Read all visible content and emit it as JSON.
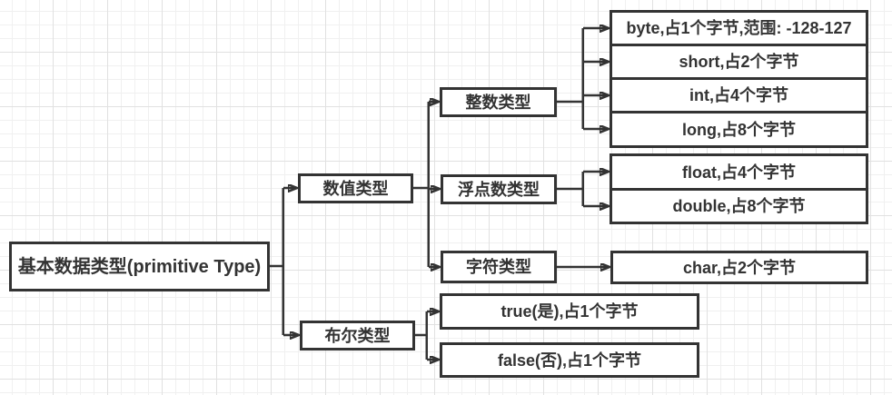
{
  "diagram": {
    "root": {
      "label": "基本数据类型(primitive Type)"
    },
    "numeric": {
      "label": "数值类型",
      "integer": {
        "label": "整数类型",
        "byte": "byte,占1个字节,范围: -128-127",
        "short": "short,占2个字节",
        "int": "int,占4个字节",
        "long": "long,占8个字节"
      },
      "floating": {
        "label": "浮点数类型",
        "float": "float,占4个字节",
        "double": "double,占8个字节"
      },
      "character": {
        "label": "字符类型",
        "char": "char,占2个字节"
      }
    },
    "boolean": {
      "label": "布尔类型",
      "true": "true(是),占1个字节",
      "false": "false(否),占1个字节"
    }
  },
  "colors": {
    "node_border": "#333333",
    "node_text": "#333333",
    "node_fill": "#ffffff",
    "connector": "#333333",
    "canvas_background": "#ffffff",
    "grid_minor": "#f0f0f0",
    "grid_major": "#e1e1e1"
  }
}
